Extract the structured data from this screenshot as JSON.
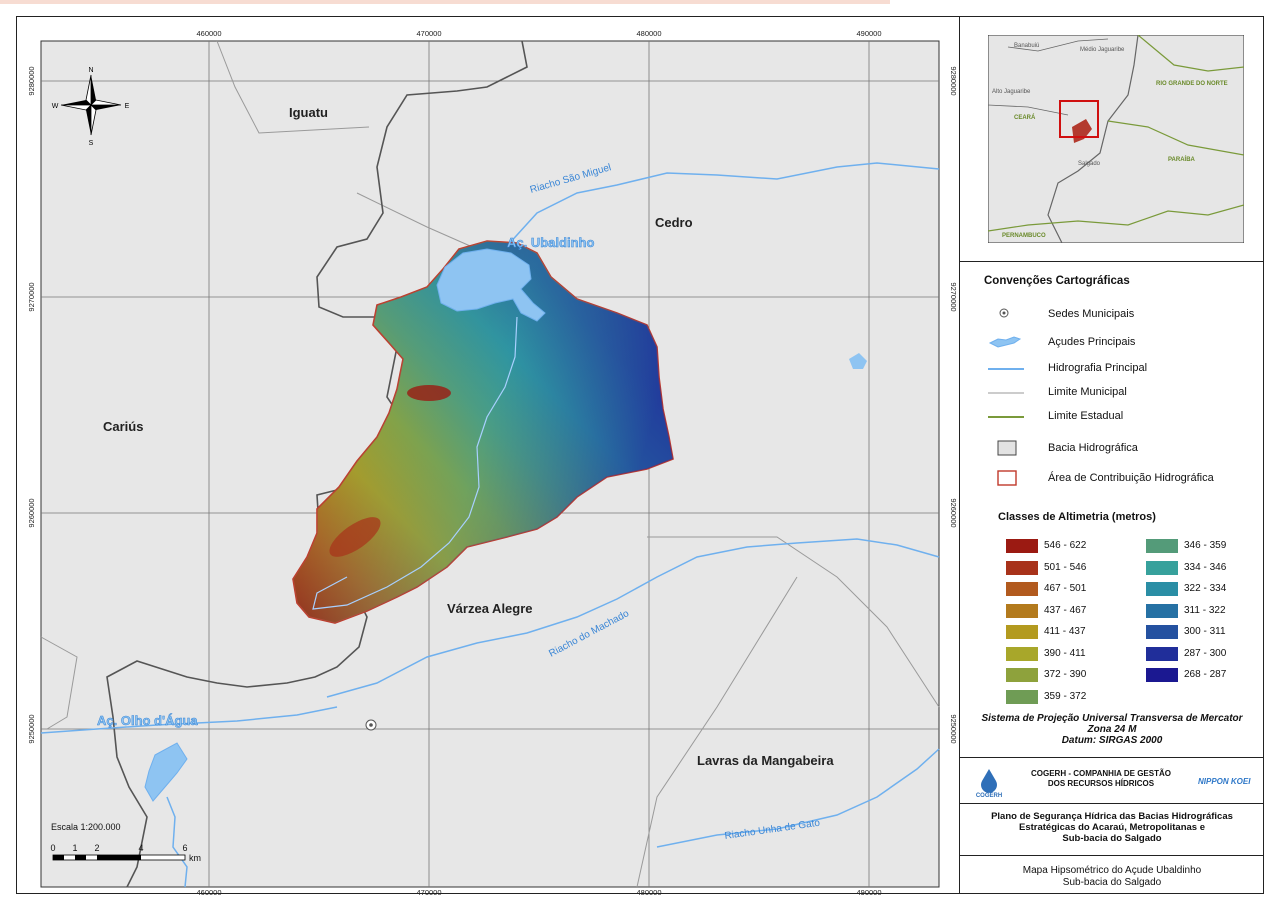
{
  "axis": {
    "x_ticks": [
      "460000",
      "470000",
      "480000",
      "490000"
    ],
    "y_ticks": [
      "9280000",
      "9270000",
      "9260000",
      "9250000"
    ]
  },
  "north_arrow": {
    "icon": "compass-rose-icon",
    "n": "N",
    "s": "S",
    "e": "E",
    "w": "W"
  },
  "municipalities": [
    "Iguatu",
    "Cedro",
    "Cariús",
    "Várzea Alegre",
    "Lavras da Mangabeira"
  ],
  "rivers": [
    "Riacho São Miguel",
    "Riacho do Machado",
    "Riacho Unha de Gato"
  ],
  "reservoirs": [
    "Aç. Ubaldinho",
    "Aç. Olho d'Água"
  ],
  "scale": {
    "label": "Escala 1:200.000",
    "ticks": [
      "0",
      "1",
      "2",
      "4",
      "6"
    ],
    "unit": "km"
  },
  "inset": {
    "labels": [
      "Banabuiú",
      "Médio Jaguaribe",
      "RIO GRANDE DO NORTE",
      "Alto Jaguaribe",
      "CEARÁ",
      "Salgado",
      "PARAÍBA",
      "PERNAMBUCO"
    ]
  },
  "legend": {
    "title": "Convenções Cartográficas",
    "items": [
      {
        "label": "Sedes Municipais",
        "icon": "municipal-seat-icon"
      },
      {
        "label": "Açudes Principais",
        "icon": "reservoir-icon"
      },
      {
        "label": "Hidrografia Principal",
        "icon": "river-line-icon"
      },
      {
        "label": "Limite Municipal",
        "icon": "municipal-boundary-icon"
      },
      {
        "label": "Limite Estadual",
        "icon": "state-boundary-icon"
      },
      {
        "label": "Bacia Hidrográfica",
        "icon": "basin-box-icon"
      },
      {
        "label": "Área de Contribuição Hidrográfica",
        "icon": "contribution-area-box-icon"
      }
    ]
  },
  "altimetry": {
    "title": "Classes de Altimetria (metros)",
    "classes": [
      {
        "label": "546 - 622",
        "color": "#9b1a12"
      },
      {
        "label": "501 - 546",
        "color": "#a8321a"
      },
      {
        "label": "467 - 501",
        "color": "#b25a1e"
      },
      {
        "label": "437 - 467",
        "color": "#b37a1d"
      },
      {
        "label": "411 - 437",
        "color": "#b39a1f"
      },
      {
        "label": "390 - 411",
        "color": "#a8a72a"
      },
      {
        "label": "372 - 390",
        "color": "#8ea23c"
      },
      {
        "label": "359 - 372",
        "color": "#6f9c55"
      },
      {
        "label": "346 - 359",
        "color": "#549b79"
      },
      {
        "label": "334 - 346",
        "color": "#37a19c"
      },
      {
        "label": "322 - 334",
        "color": "#2a8ea5"
      },
      {
        "label": "311 - 322",
        "color": "#2671a4"
      },
      {
        "label": "300 - 311",
        "color": "#2451a0"
      },
      {
        "label": "287 - 300",
        "color": "#202e9a"
      },
      {
        "label": "268 - 287",
        "color": "#1b1891"
      }
    ]
  },
  "projection": {
    "line1": "Sistema de Projeção Universal Transversa de Mercator",
    "line2": "Zona 24 M",
    "line3": "Datum: SIRGAS 2000"
  },
  "logos": {
    "cogerh_short": "COGERH",
    "cogerh_line1": "COGERH - COMPANHIA DE GESTÃO",
    "cogerh_line2": "DOS RECURSOS HÍDRICOS",
    "nippon": "NIPPON KOEI"
  },
  "plan": {
    "line1": "Plano de Segurança Hídrica das Bacias Hidrográficas",
    "line2": "Estratégicas do Acaraú, Metropolitanas e",
    "line3": "Sub-bacia do Salgado"
  },
  "map_name": {
    "line1": "Mapa Hipsométrico do Açude Ubaldinho",
    "line2": "Sub-bacia do Salgado"
  }
}
